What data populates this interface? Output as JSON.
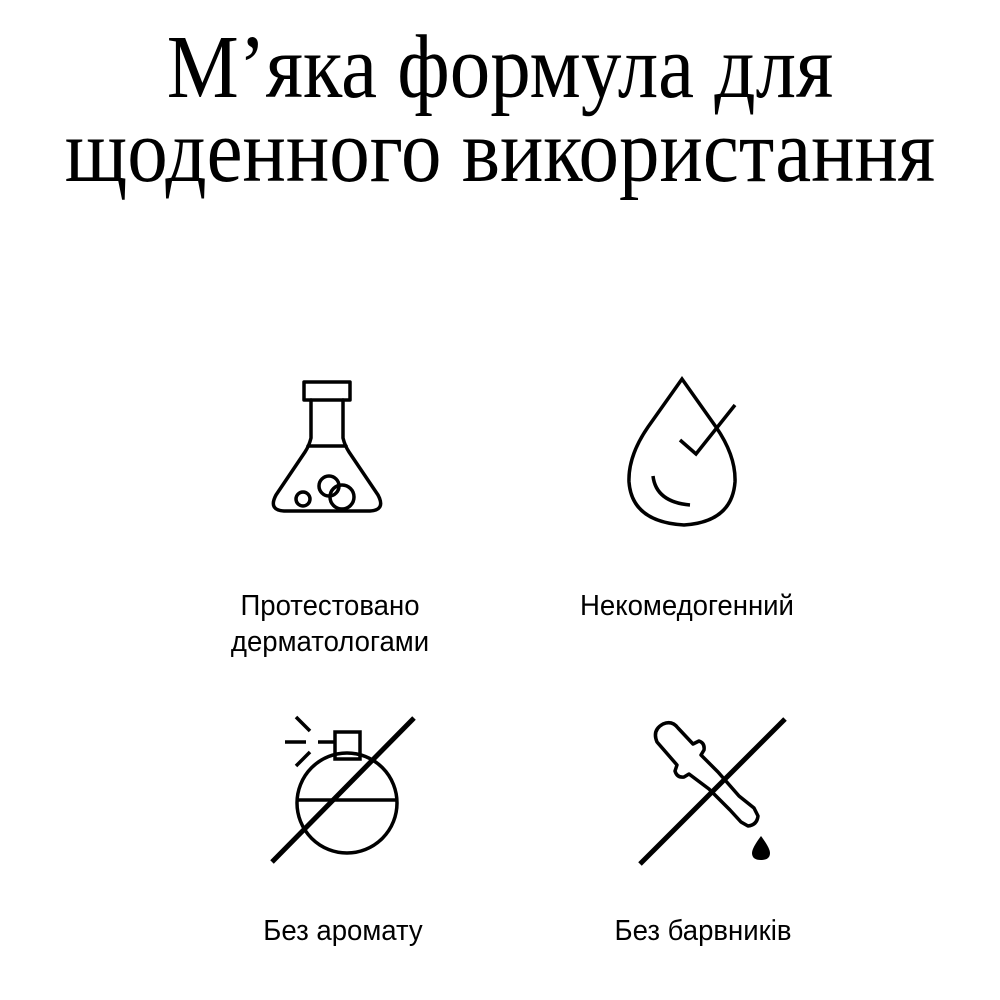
{
  "title": {
    "line1": "М’яка формула для",
    "line2": "щоденного використання"
  },
  "features": [
    {
      "icon": "flask-icon",
      "label_line1": "Протестовано",
      "label_line2": "дерматологами"
    },
    {
      "icon": "drop-check-icon",
      "label_line1": "Некомедогенний",
      "label_line2": ""
    },
    {
      "icon": "no-fragrance-icon",
      "label_line1": "Без аромату",
      "label_line2": ""
    },
    {
      "icon": "no-dye-icon",
      "label_line1": "Без барвників",
      "label_line2": ""
    }
  ],
  "colors": {
    "background": "#ffffff",
    "foreground": "#000000"
  }
}
